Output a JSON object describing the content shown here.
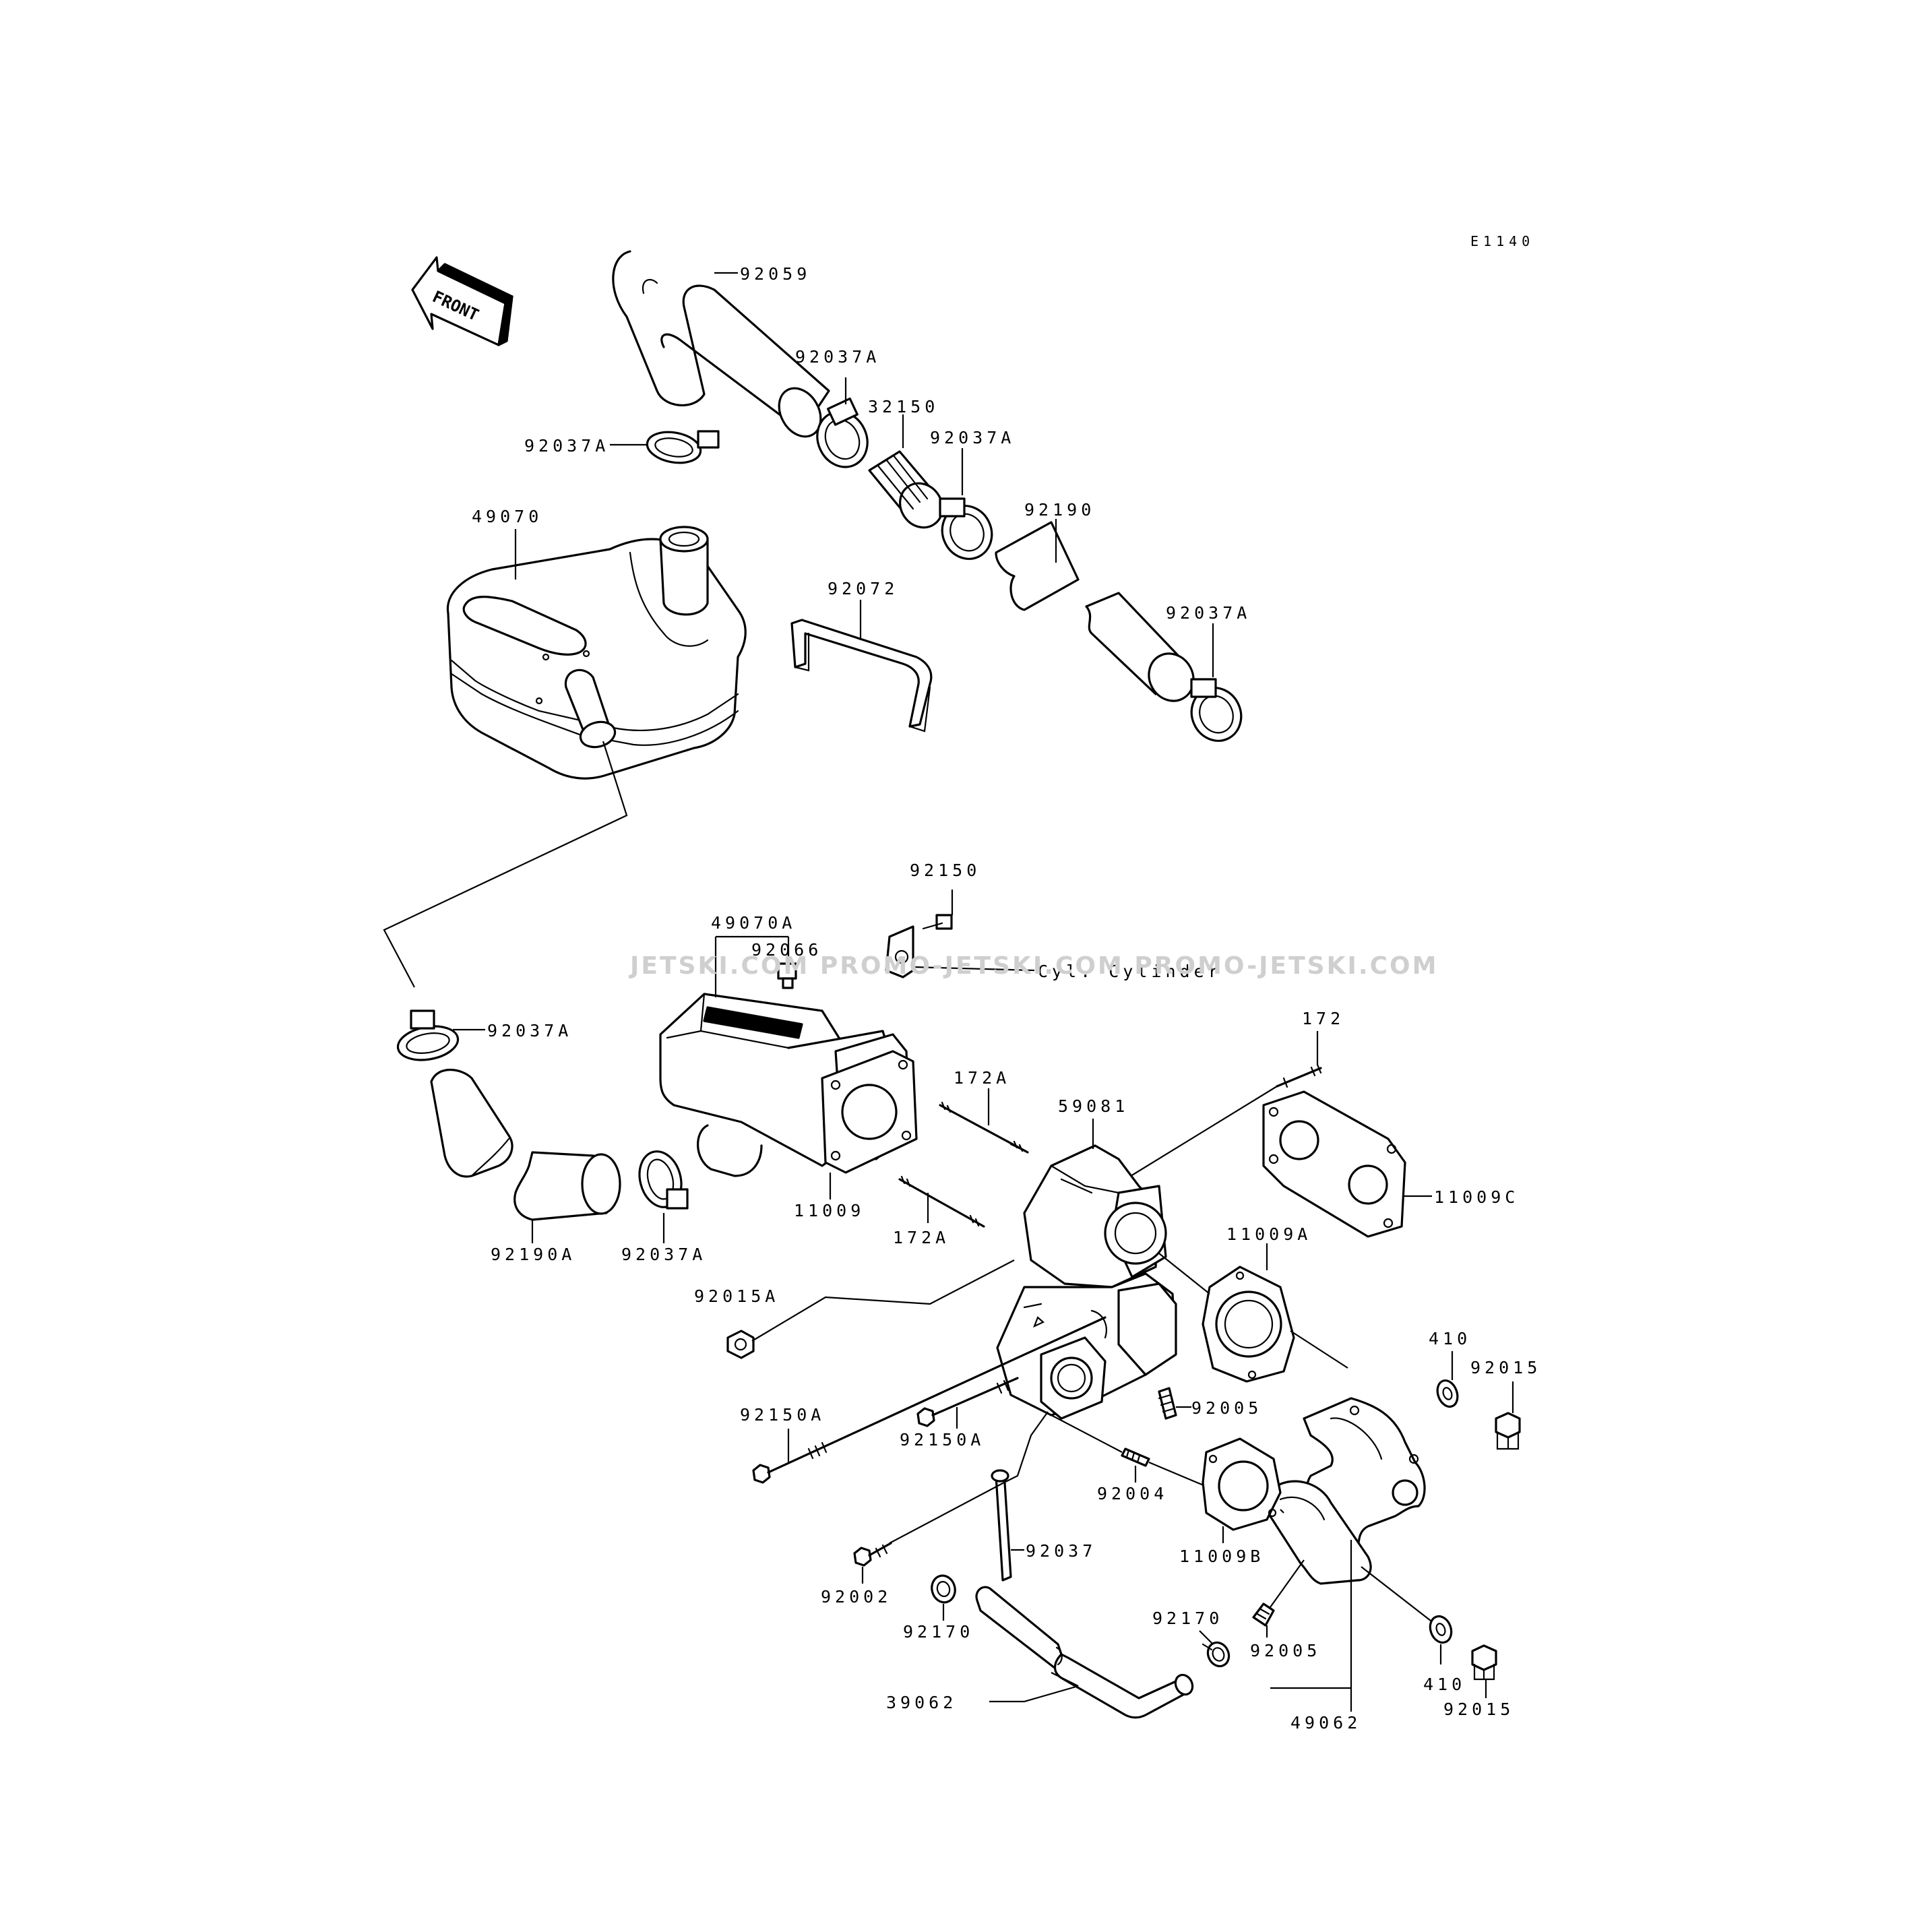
{
  "diagram": {
    "code": "E1140",
    "front_label": "FRONT",
    "note": "Cyl. Cylinder",
    "watermark": "JETSKI.COM   PROMO-JETSKI.COM   PROMO-JETSKI.COM",
    "labels": {
      "p92059": "92059",
      "p92037A_top1": "92037A",
      "p92037A_left": "92037A",
      "p32150": "32150",
      "p92037A_mid": "92037A",
      "p92190": "92190",
      "p49070": "49070",
      "p92072": "92072",
      "p92037A_right": "92037A",
      "p49070A": "49070A",
      "p92066": "92066",
      "p92150": "92150",
      "p92037A_lower": "92037A",
      "p172": "172",
      "p172A_upper": "172A",
      "p59081": "59081",
      "p11009C": "11009C",
      "p11009": "11009",
      "p172A_lower": "172A",
      "p92190A": "92190A",
      "p92037A_bottom": "92037A",
      "p11009A": "11009A",
      "p92015A": "92015A",
      "p410_upper": "410",
      "p92015_upper": "92015",
      "p92005_upper": "92005",
      "p92150A_left": "92150A",
      "p92150A_mid": "92150A",
      "p92004": "92004",
      "p92037": "92037",
      "p11009B": "11009B",
      "p92002": "92002",
      "p92170_left": "92170",
      "p92170_right": "92170",
      "p92005_lower": "92005",
      "p410_lower": "410",
      "p39062": "39062",
      "p92015_lower": "92015",
      "p49062": "49062"
    }
  }
}
